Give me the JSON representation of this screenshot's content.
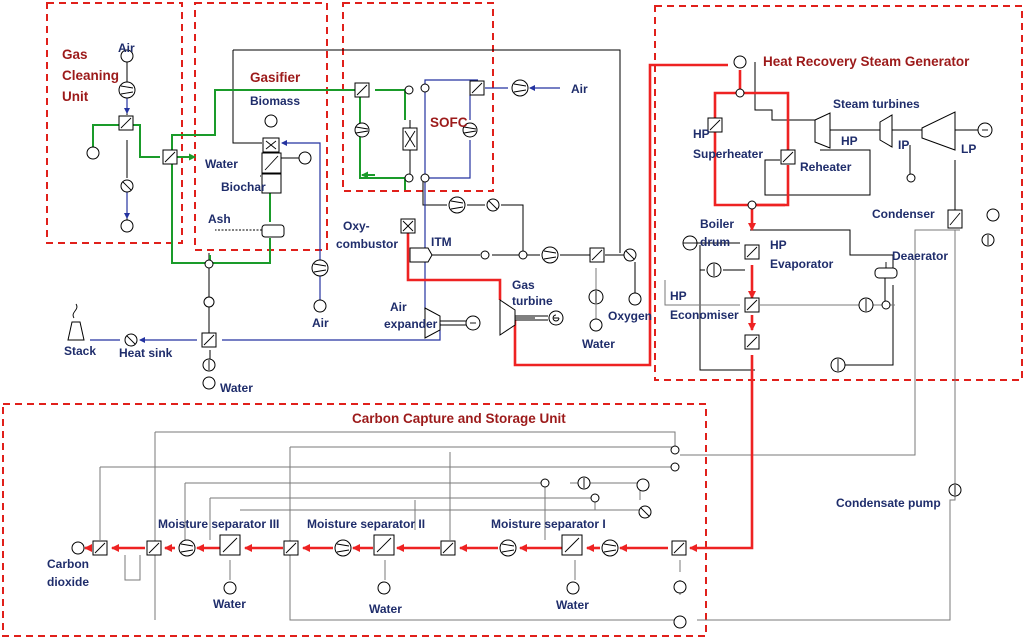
{
  "colors": {
    "unit_border": "#e0201b",
    "unit_title": "#9c1a1a",
    "label": "#1f2d6b",
    "syngas_line": "#1a9b2a",
    "air_line": "#2433a0",
    "flue_gas_line": "#ee2222",
    "water_line": "#7a7a7a"
  },
  "units": {
    "gas_cleaning": "Gas Cleaning Unit",
    "gasifier": "Gasifier",
    "sofc": "SOFC",
    "hrsg": "Heat Recovery Steam Generator",
    "ccs": "Carbon Capture and Storage Unit"
  },
  "labels": {
    "air_gcu": "Air",
    "biomass": "Biomass",
    "water_gasifier": "Water",
    "biochar": "Biochar",
    "ash": "Ash",
    "air_sofc": "Air",
    "oxy_combustor": "Oxy-combustor",
    "itm": "ITM",
    "gas_turbine": "Gas turbine",
    "oxygen": "Oxygen",
    "water_hx": "Water",
    "air_expander": "Air expander",
    "air_blower": "Air",
    "stack": "Stack",
    "heat_sink": "Heat sink",
    "water_sink": "Water",
    "hp_superheater": "HP Superheater",
    "reheater": "Reheater",
    "steam_turbines": "Steam turbines",
    "hp": "HP",
    "ip": "IP",
    "lp": "LP",
    "condenser": "Condenser",
    "boiler_drum": "Boiler drum",
    "hp_evaporator": "HP Evaporator",
    "deaerator": "Deaerator",
    "hp_economiser": "HP Economiser",
    "condensate_pump": "Condensate pump",
    "moisture_sep_1": "Moisture separator I",
    "moisture_sep_2": "Moisture separator II",
    "moisture_sep_3": "Moisture separator III",
    "carbon_dioxide": "Carbon dioxide",
    "water_ms1": "Water",
    "water_ms2": "Water",
    "water_ms3": "Water"
  }
}
